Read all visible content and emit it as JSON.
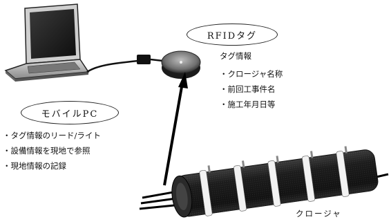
{
  "labels": {
    "rfid_tag": "RFIDタグ",
    "mobile_pc": "モバイルPC",
    "closure": "クロージャ",
    "tag_info_heading": "タグ情報"
  },
  "tag_info_items": [
    "クロージャ名称",
    "前回工事件名",
    "施工年月日等"
  ],
  "pc_functions": [
    "タグ情報のリード/ライト",
    "設備情報を現地で参照",
    "現地情報の記録"
  ]
}
